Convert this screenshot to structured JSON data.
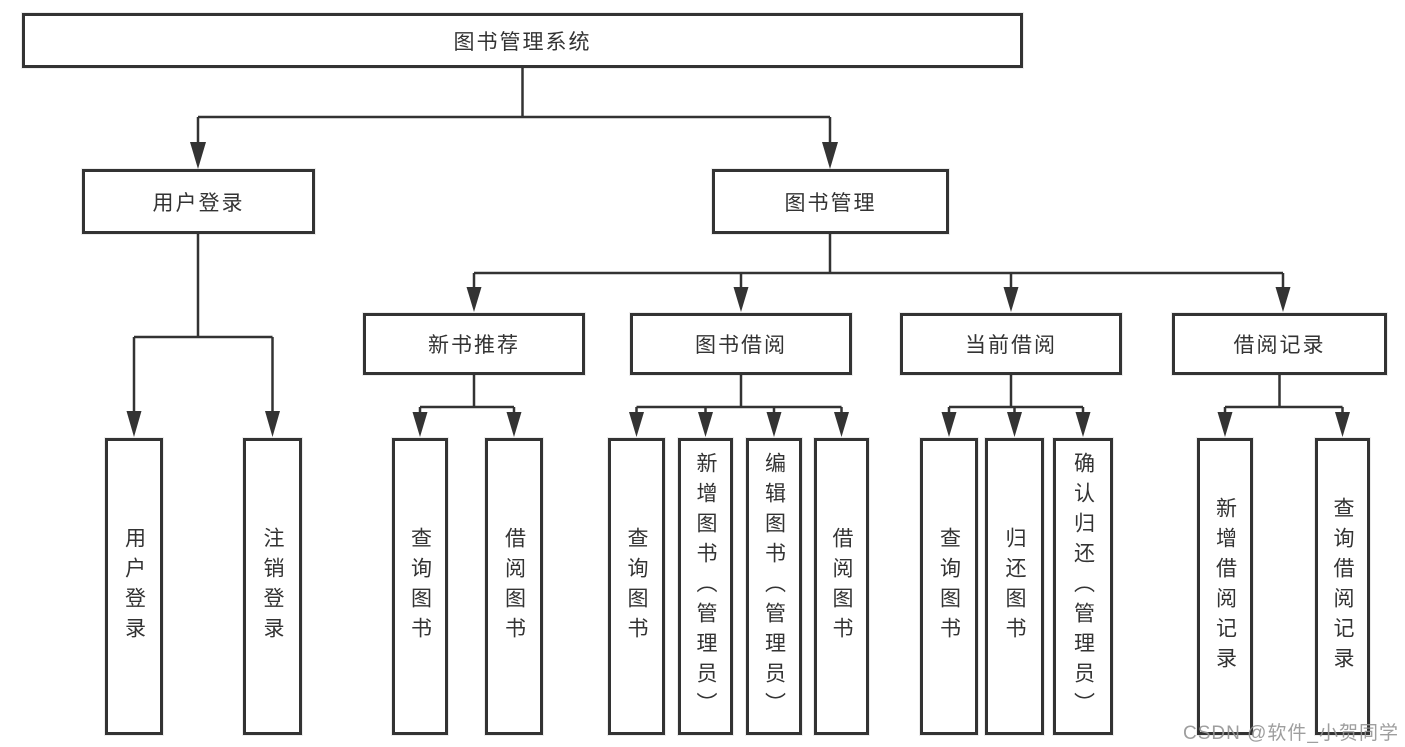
{
  "tree": {
    "root": "图书管理系统",
    "branches": [
      {
        "label": "用户登录",
        "children": [
          "用户登录",
          "注销登录"
        ]
      },
      {
        "label": "图书管理",
        "sections": [
          {
            "label": "新书推荐",
            "children": [
              "查询图书",
              "借阅图书"
            ]
          },
          {
            "label": "图书借阅",
            "children": [
              "查询图书",
              "新增图书（管理员）",
              "编辑图书（管理员）",
              "借阅图书"
            ]
          },
          {
            "label": "当前借阅",
            "children": [
              "查询图书",
              "归还图书",
              "确认归还（管理员）"
            ]
          },
          {
            "label": "借阅记录",
            "children": [
              "新增借阅记录",
              "查询借阅记录"
            ]
          }
        ]
      }
    ]
  },
  "watermark": "CSDN @软件_小贺同学",
  "colors": {
    "line": "#333333",
    "box_border": "#333333",
    "text": "#333333",
    "background": "#ffffff",
    "watermark": "#949494"
  }
}
